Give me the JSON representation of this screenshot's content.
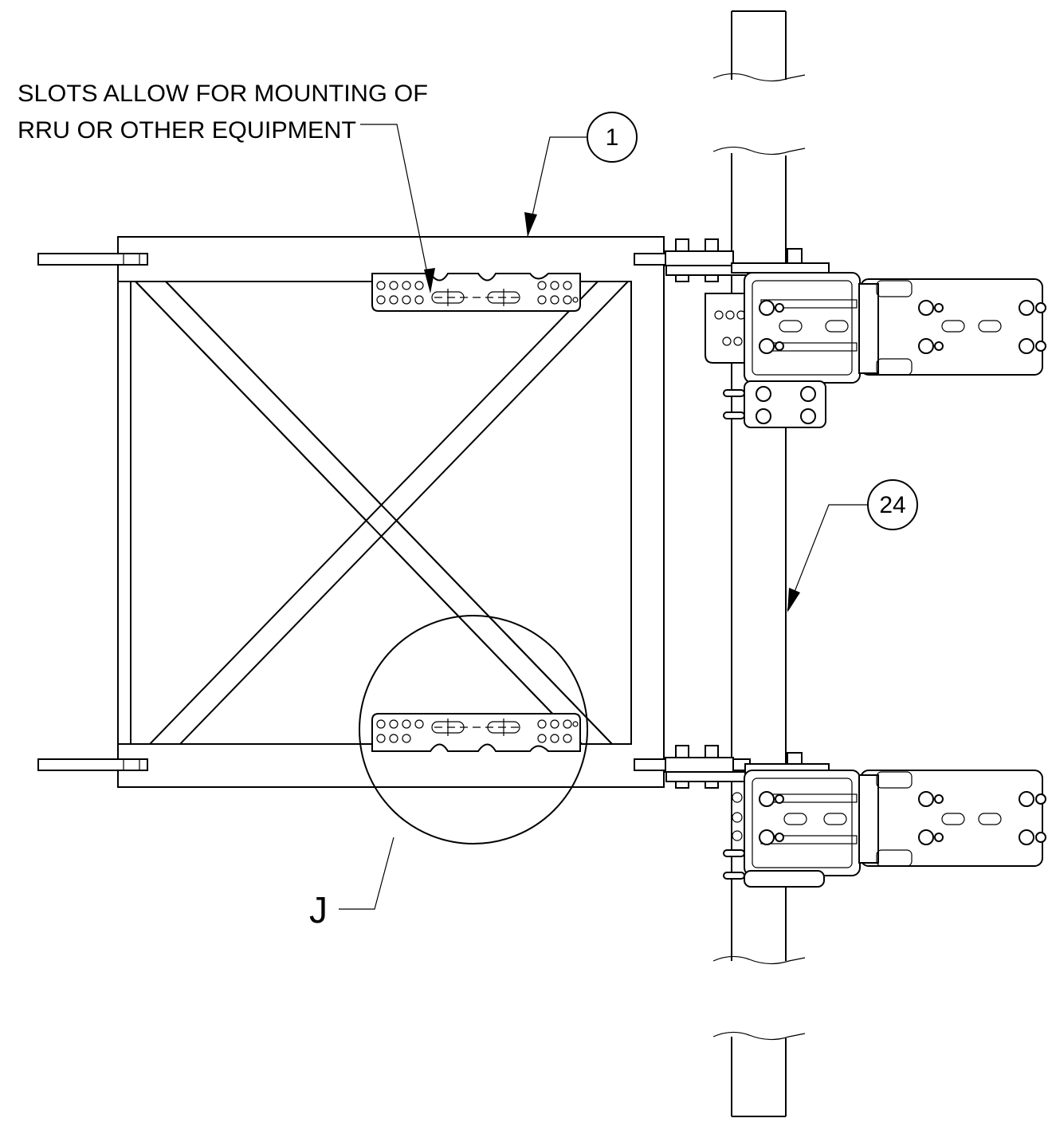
{
  "drawing": {
    "note_line1": "SLOTS ALLOW FOR MOUNTING OF",
    "note_line2": "RRU OR OTHER EQUIPMENT",
    "balloon_1": "1",
    "balloon_24": "24",
    "detail_label": "J"
  }
}
